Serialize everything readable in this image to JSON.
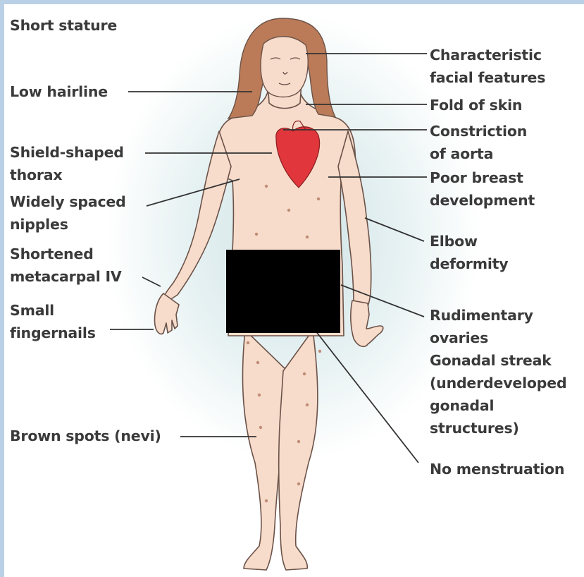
{
  "labels": {
    "short_stature": "Short stature",
    "low_hairline": "Low hairline",
    "shield_thorax": "Shield-shaped\nthorax",
    "widely_spaced_nipples": "Widely spaced\nnipples",
    "shortened_metacarpal": "Shortened\nmetacarpal IV",
    "small_fingernails": "Small\nfingernails",
    "brown_spots": "Brown spots (nevi)",
    "facial_features": "Characteristic\nfacial features",
    "fold_of_skin": "Fold of skin",
    "constriction_aorta": "Constriction\nof aorta",
    "poor_breast": "Poor breast\ndevelopment",
    "elbow_deformity": "Elbow\ndeformity",
    "rudimentary_ovaries": "Rudimentary\novaries\nGonadal streak\n(underdeveloped\ngonadal\nstructures)",
    "no_menstruation": "No menstruation"
  },
  "colors": {
    "skin": "#f7dccb",
    "skin_outline": "#6b5248",
    "hair": "#bb7b58",
    "heart": "#e0363c",
    "leader_line": "#333333",
    "nevi": "#c08c74",
    "text": "#3a3a3a"
  }
}
